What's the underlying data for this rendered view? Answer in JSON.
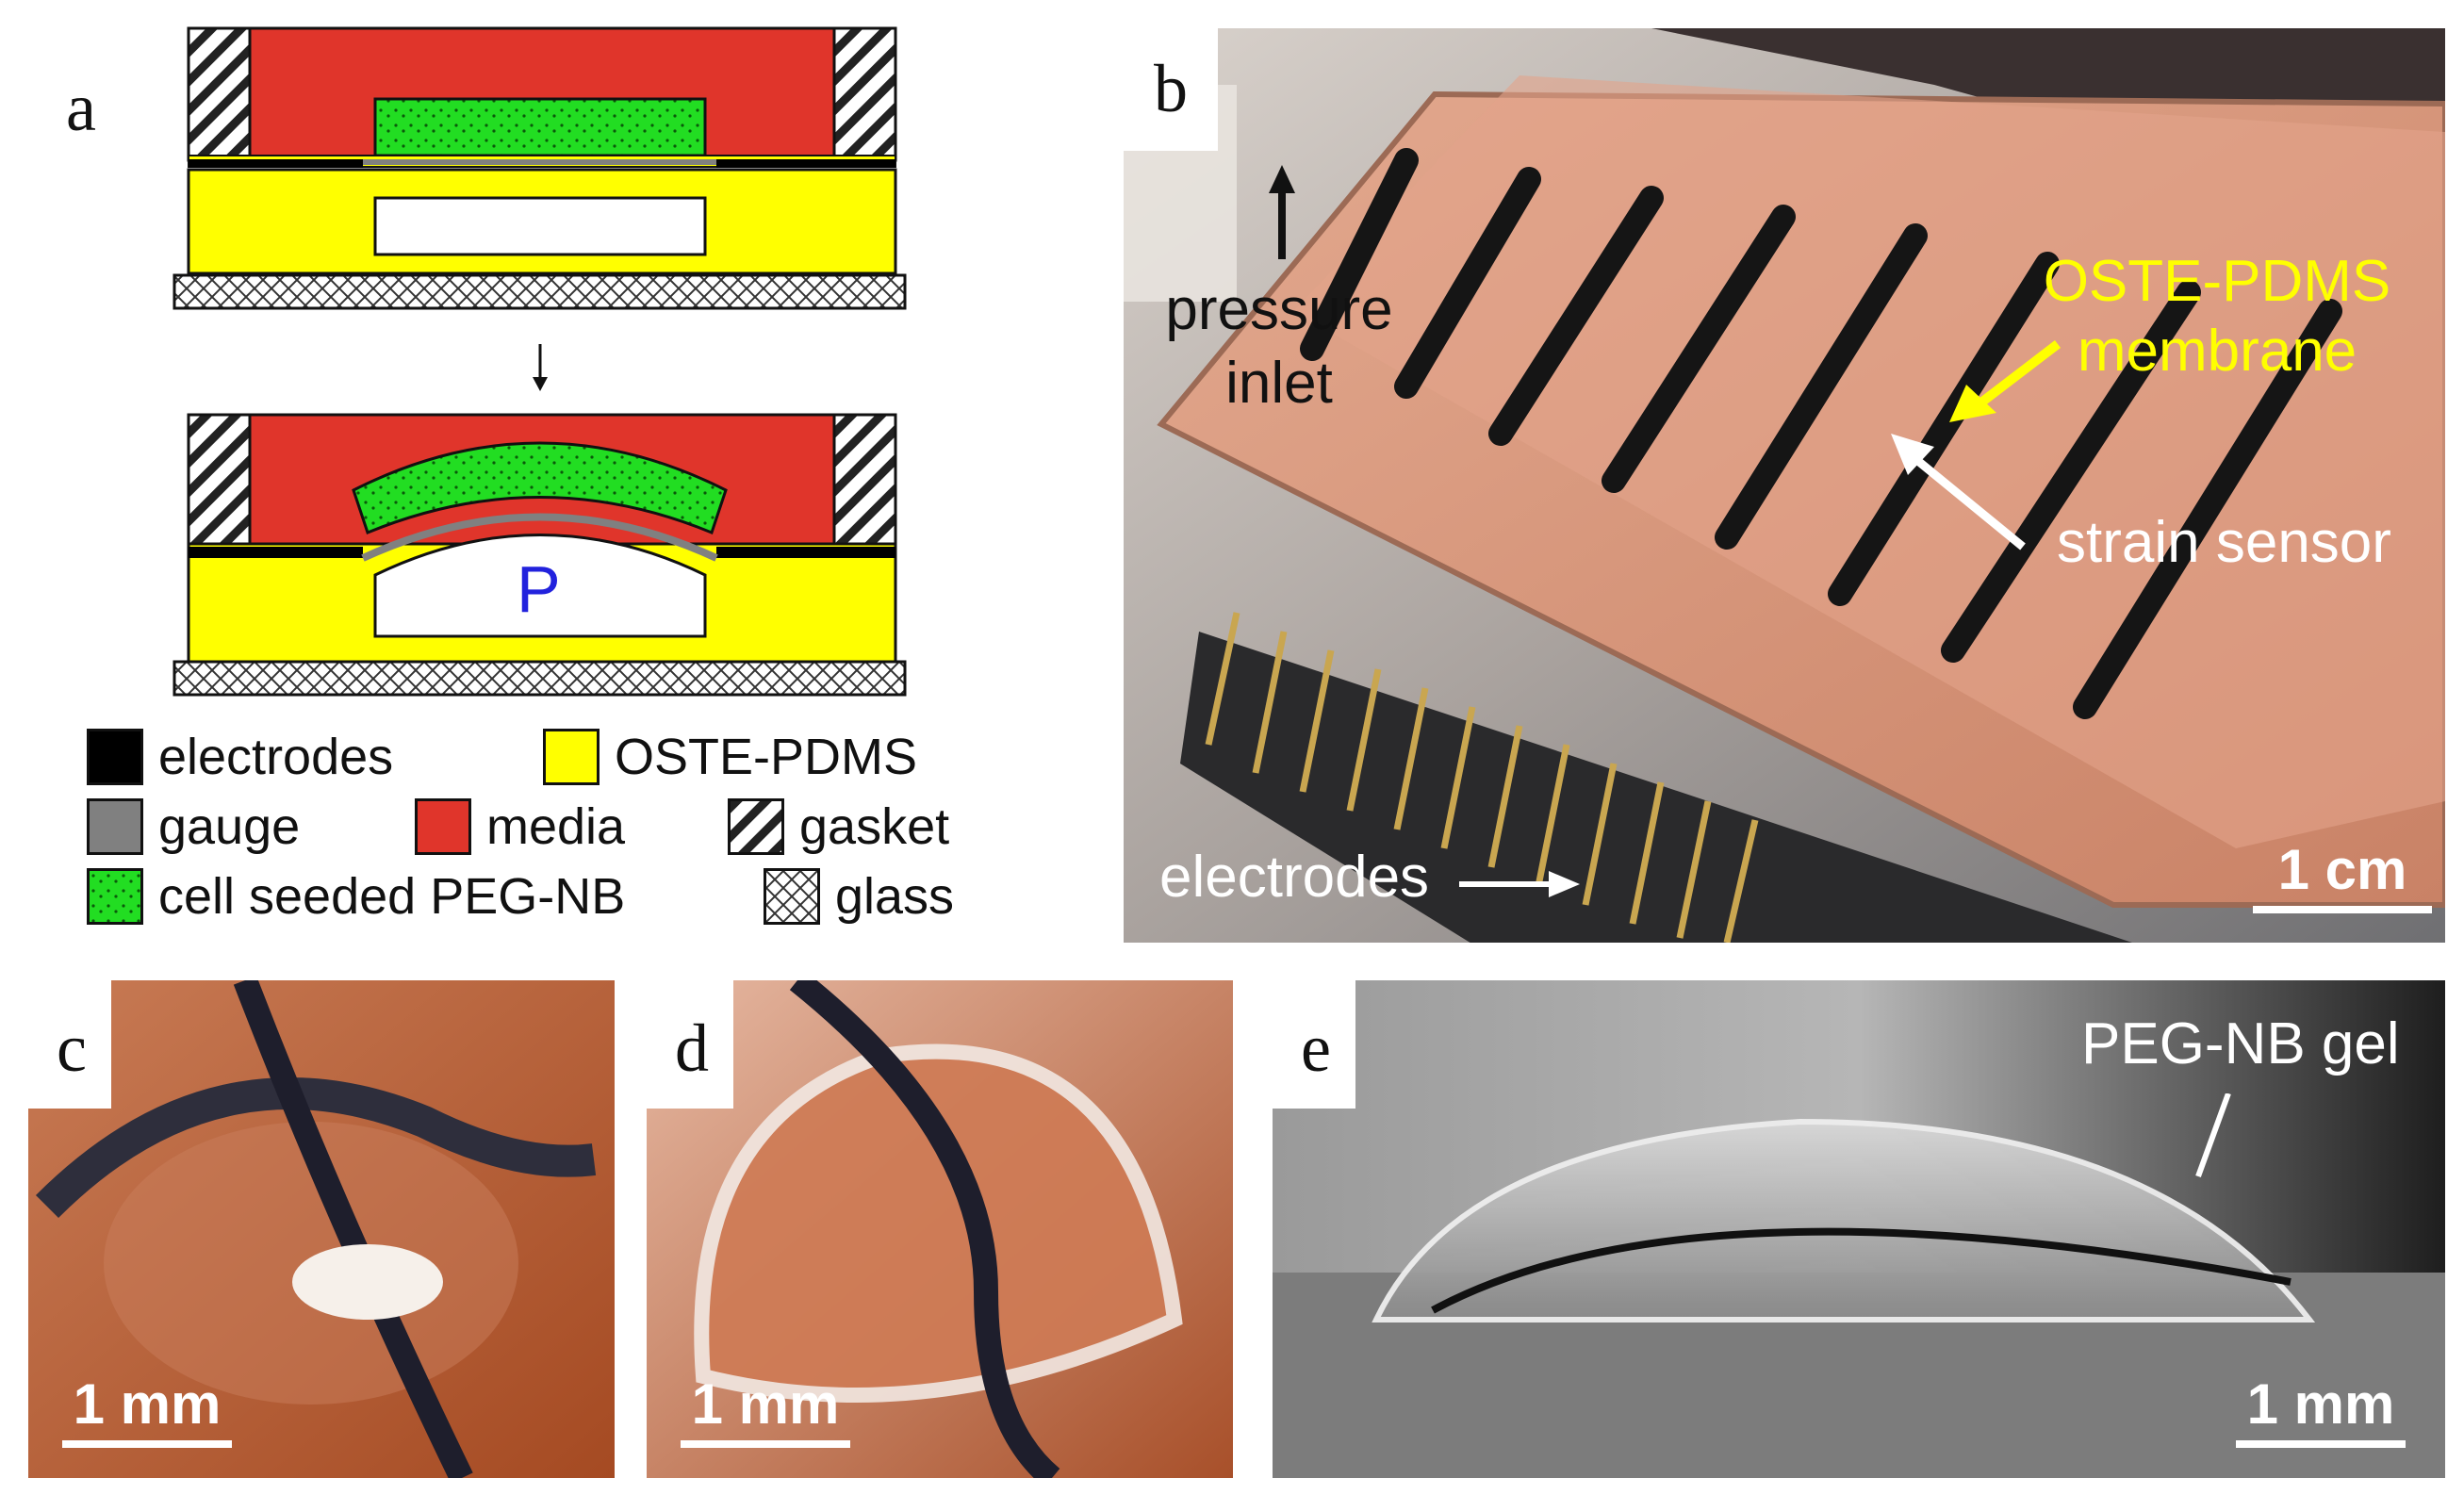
{
  "panels": {
    "a": "a",
    "b": "b",
    "c": "c",
    "d": "d",
    "e": "e"
  },
  "schematic": {
    "pressure_label": "P"
  },
  "legend": [
    {
      "key": "electrodes",
      "label": "electrodes",
      "color": "#000000"
    },
    {
      "key": "oste",
      "label": "OSTE-PDMS",
      "color": "#ffff00"
    },
    {
      "key": "gauge",
      "label": "gauge",
      "color": "#808080"
    },
    {
      "key": "media",
      "label": "media",
      "color": "#e0352b"
    },
    {
      "key": "gasket",
      "label": "gasket",
      "color": "hatch"
    },
    {
      "key": "peg",
      "label": "cell seeded PEG-NB",
      "color": "#22dd22"
    },
    {
      "key": "glass",
      "label": "glass",
      "color": "crosshatch"
    }
  ],
  "photo_b": {
    "pressure_inlet": "pressure\ninlet",
    "membrane": "OSTE-PDMS\nmembrane",
    "strain_sensor": "strain sensor",
    "electrodes": "electrodes",
    "scale": "1 cm"
  },
  "photo_c": {
    "scale": "1 mm"
  },
  "photo_d": {
    "scale": "1 mm"
  },
  "photo_e": {
    "gel_label": "PEG-NB gel",
    "scale": "1 mm"
  },
  "colors": {
    "media": "#e0352b",
    "oste": "#ffff00",
    "peg": "#22dd22",
    "membrane_label": "#ffff00",
    "pressure": "#2222dd"
  }
}
